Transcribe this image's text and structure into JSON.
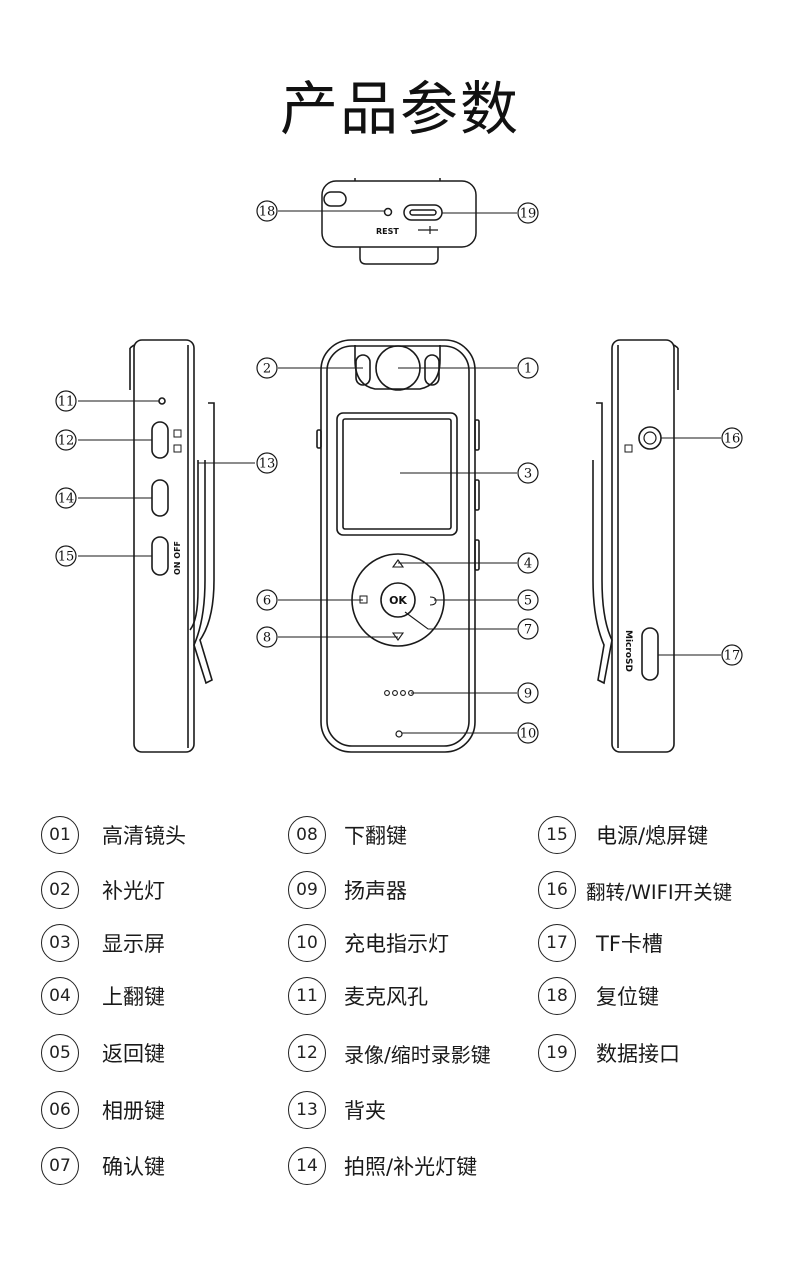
{
  "title": "产品参数",
  "device": {
    "rest_label": "REST",
    "ok_label": "OK",
    "onoff_label": "ON OFF",
    "microsd_label": "MicroSD"
  },
  "callouts": [
    "1",
    "2",
    "3",
    "4",
    "5",
    "6",
    "7",
    "8",
    "9",
    "10",
    "11",
    "12",
    "13",
    "14",
    "15",
    "16",
    "17",
    "18",
    "19"
  ],
  "legend": [
    {
      "num": "01",
      "label": "高清镜头"
    },
    {
      "num": "02",
      "label": "补光灯"
    },
    {
      "num": "03",
      "label": "显示屏"
    },
    {
      "num": "04",
      "label": "上翻键"
    },
    {
      "num": "05",
      "label": "返回键"
    },
    {
      "num": "06",
      "label": "相册键"
    },
    {
      "num": "07",
      "label": "确认键"
    },
    {
      "num": "08",
      "label": "下翻键"
    },
    {
      "num": "09",
      "label": "扬声器"
    },
    {
      "num": "10",
      "label": "充电指示灯"
    },
    {
      "num": "11",
      "label": "麦克风孔"
    },
    {
      "num": "12",
      "label": "录像/缩时录影键"
    },
    {
      "num": "13",
      "label": "背夹"
    },
    {
      "num": "14",
      "label": "拍照/补光灯键"
    },
    {
      "num": "15",
      "label": "电源/熄屏键"
    },
    {
      "num": "16",
      "label": "翻转/WIFI开关键"
    },
    {
      "num": "17",
      "label": "TF卡槽"
    },
    {
      "num": "18",
      "label": "复位键"
    },
    {
      "num": "19",
      "label": "数据接口"
    }
  ]
}
